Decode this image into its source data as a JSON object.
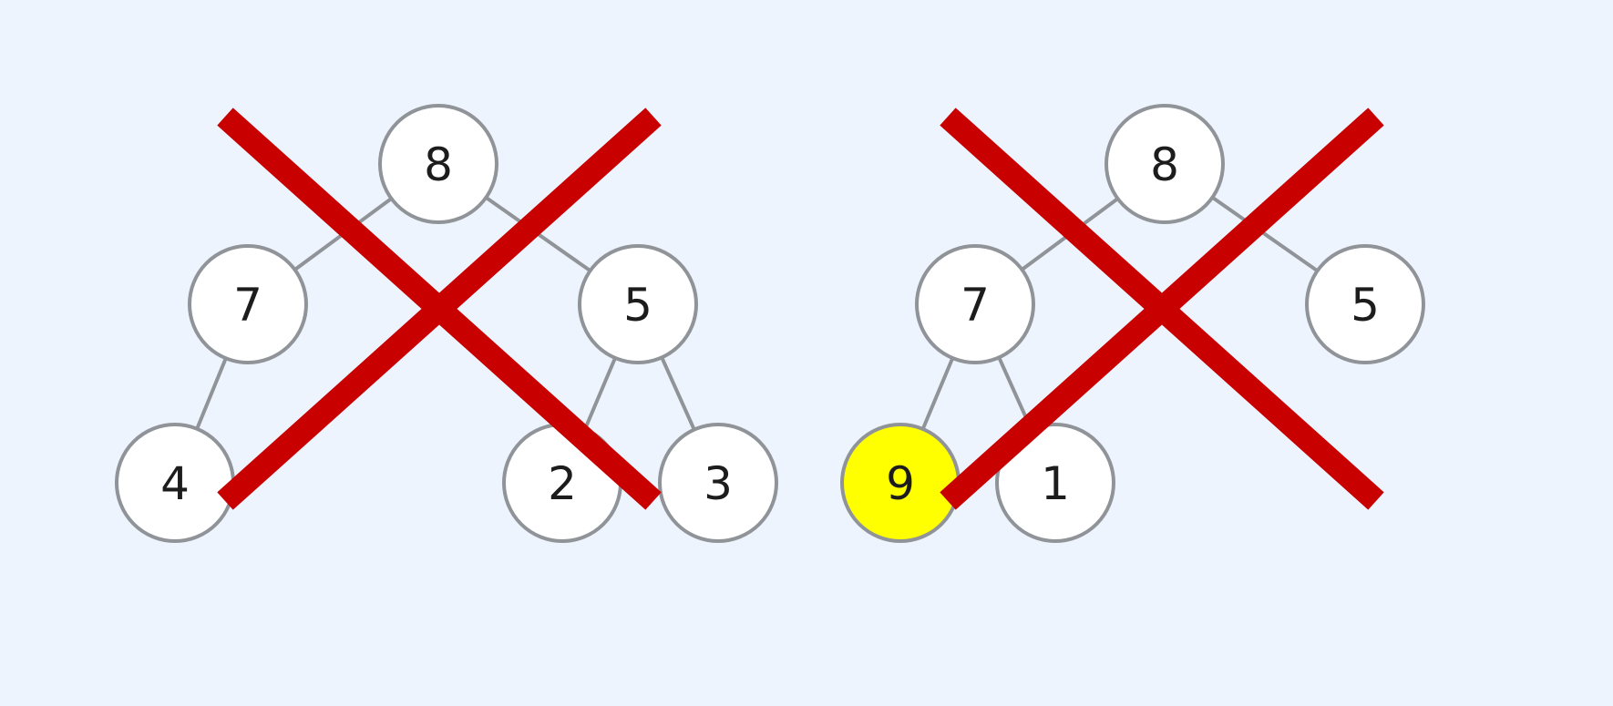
{
  "colors": {
    "background": "#eef4fe",
    "node_fill": "#ffffff",
    "node_stroke": "#909499",
    "highlight_fill": "#ffff00",
    "cross": "#c90000"
  },
  "trees": [
    {
      "id": "tree-left",
      "nodes": [
        {
          "id": "a",
          "label": "8"
        },
        {
          "id": "b",
          "label": "7"
        },
        {
          "id": "c",
          "label": "5"
        },
        {
          "id": "d",
          "label": "4"
        },
        {
          "id": "e",
          "label": "2"
        },
        {
          "id": "f",
          "label": "3"
        }
      ],
      "edges": [
        [
          "a",
          "b"
        ],
        [
          "a",
          "c"
        ],
        [
          "b",
          "d"
        ],
        [
          "c",
          "e"
        ],
        [
          "c",
          "f"
        ]
      ],
      "highlighted": [],
      "crossed_out": true
    },
    {
      "id": "tree-right",
      "nodes": [
        {
          "id": "a",
          "label": "8"
        },
        {
          "id": "b",
          "label": "7"
        },
        {
          "id": "c",
          "label": "5"
        },
        {
          "id": "d",
          "label": "9"
        },
        {
          "id": "e",
          "label": "1"
        }
      ],
      "edges": [
        [
          "a",
          "b"
        ],
        [
          "a",
          "c"
        ],
        [
          "b",
          "d"
        ],
        [
          "b",
          "e"
        ]
      ],
      "highlighted": [
        "d"
      ],
      "crossed_out": true
    }
  ]
}
